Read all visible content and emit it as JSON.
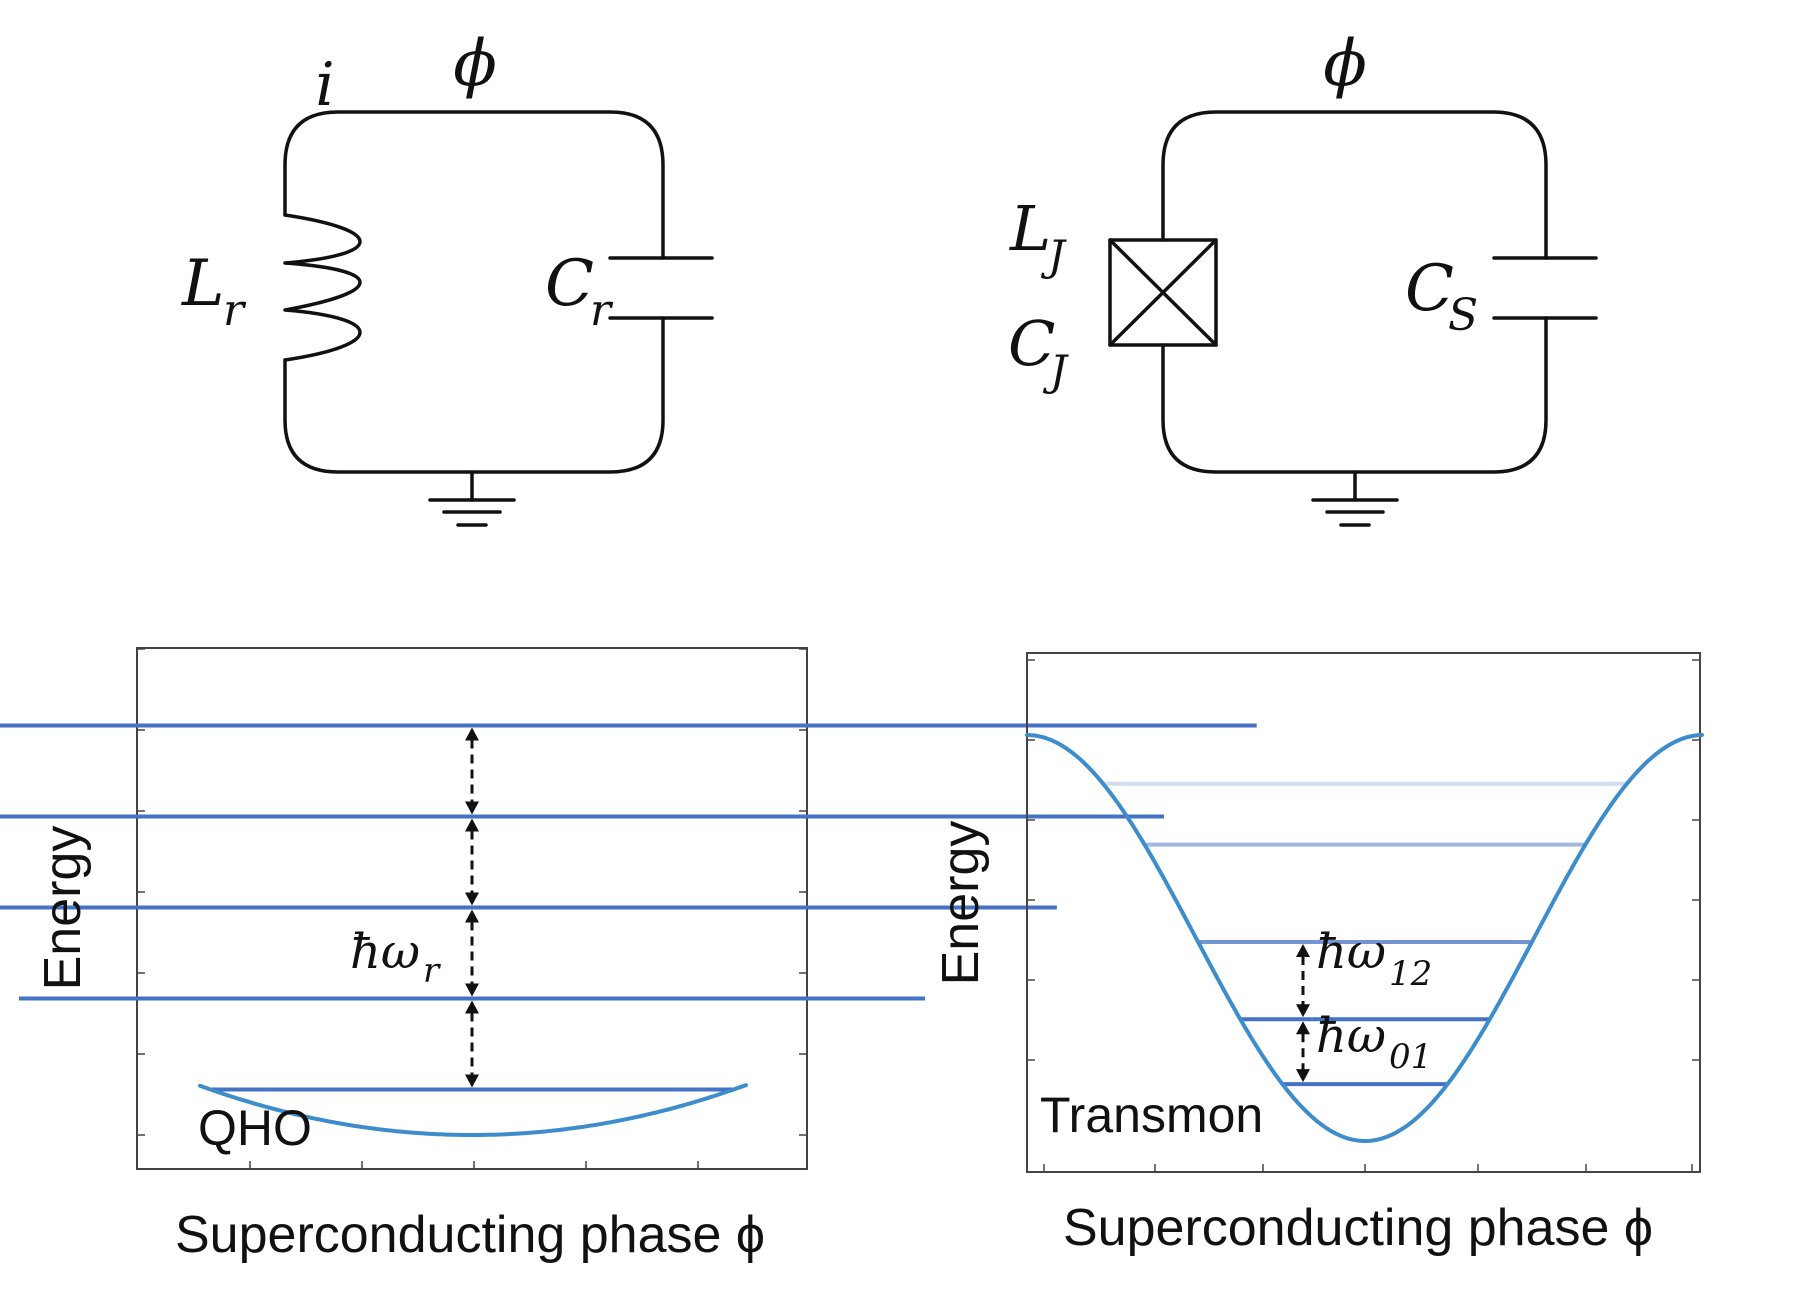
{
  "colors": {
    "curve": "#3d8ccb",
    "level": "#4472c4",
    "ink": "#111111",
    "axes": "#444444"
  },
  "qho_circuit": {
    "phi_label": "ϕ",
    "current_label": "i",
    "inductor_label": "L",
    "inductor_sub": "r",
    "capacitor_label": "C",
    "capacitor_sub": "r"
  },
  "transmon_circuit": {
    "phi_label": "ϕ",
    "junction_l_label": "L",
    "junction_l_sub": "J",
    "junction_c_label": "C",
    "junction_c_sub": "J",
    "shunt_label": "C",
    "shunt_sub": "S"
  },
  "qho_plot": {
    "ylabel": "Energy",
    "xlabel": "Superconducting phase ϕ",
    "label": "QHO",
    "spacing_symbol": "ħω",
    "spacing_sub": "r",
    "levels": [
      0.5,
      1.5,
      2.5,
      3.5,
      4.5
    ],
    "level_opacity": [
      1,
      1,
      1,
      1,
      1
    ]
  },
  "transmon_plot": {
    "ylabel": "Energy",
    "xlabel": "Superconducting phase ϕ",
    "label": "Transmon",
    "spacing_symbol_12": "ħω",
    "spacing_sub_12": "12",
    "spacing_symbol_01": "ħω",
    "spacing_sub_01": "01",
    "levels": [
      0.14,
      0.3,
      0.49,
      0.73,
      0.88
    ],
    "level_opacity": [
      1,
      1,
      0.75,
      0.5,
      0.25
    ]
  }
}
